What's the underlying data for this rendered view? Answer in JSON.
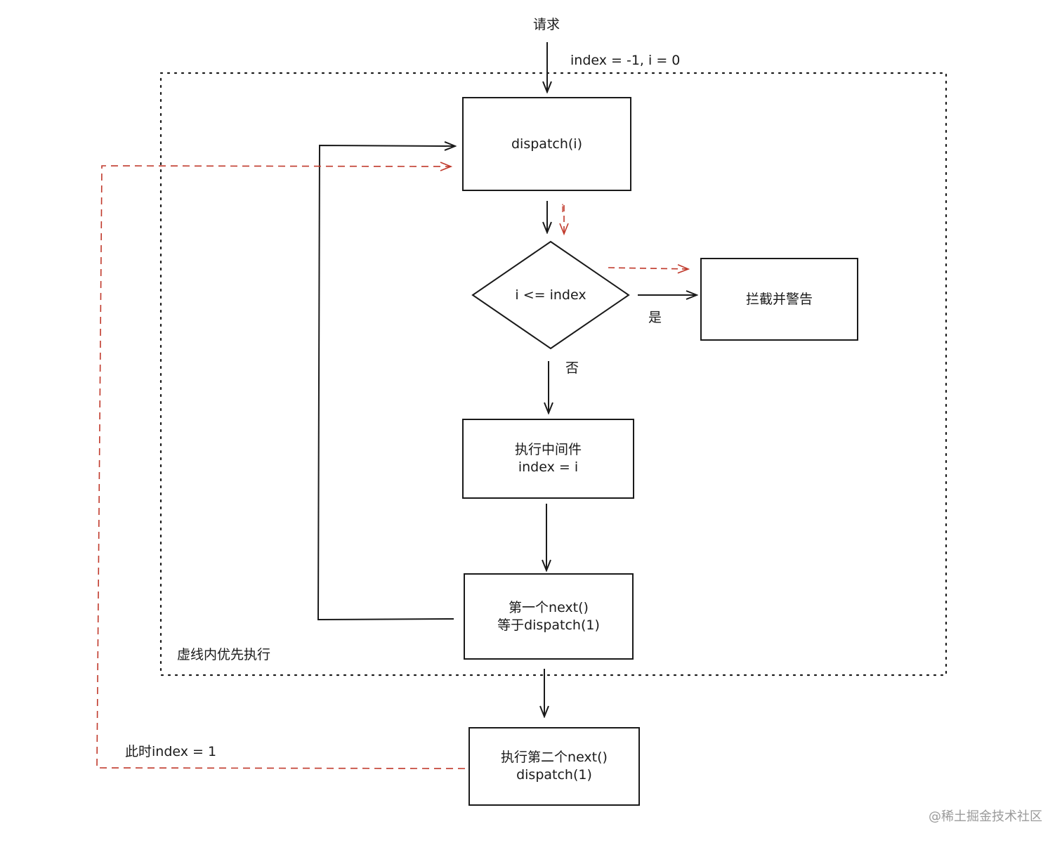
{
  "labels": {
    "request": "请求",
    "init": "index = -1, i = 0",
    "yes": "是",
    "no": "否",
    "red_i": "i",
    "region_note": "虚线内优先执行",
    "index_now": "此时index = 1"
  },
  "nodes": {
    "dispatch": "dispatch(i)",
    "condition": "i <= index",
    "intercept": "拦截并警告",
    "exec_mw": [
      "执行中间件",
      "index = i"
    ],
    "first_next": [
      "第一个next()",
      "等于dispatch(1)"
    ],
    "second_next": [
      "执行第二个next()",
      "dispatch(1)"
    ]
  },
  "watermark": "@稀土掘金技术社区",
  "colors": {
    "ink": "#1a1a1a",
    "red": "#c0392b",
    "watermark": "#9a9a9a"
  }
}
